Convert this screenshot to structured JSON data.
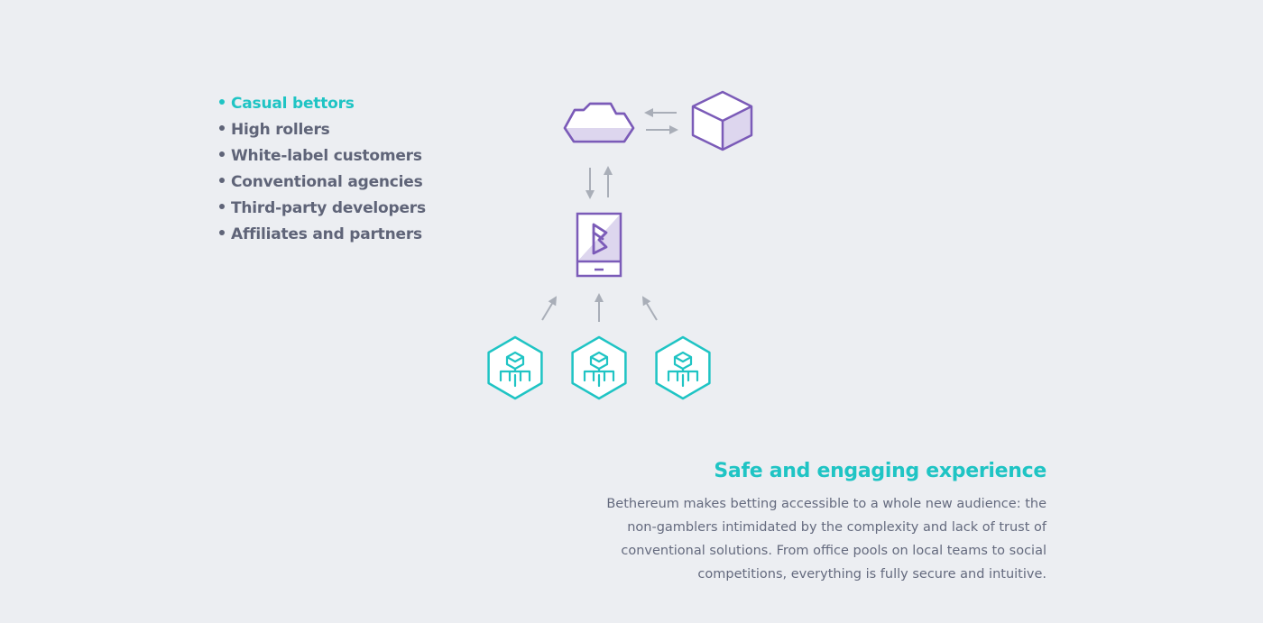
{
  "audience": {
    "items": [
      {
        "label": "Casual bettors",
        "active": true
      },
      {
        "label": "High rollers",
        "active": false
      },
      {
        "label": "White-label customers",
        "active": false
      },
      {
        "label": "Conventional agencies",
        "active": false
      },
      {
        "label": "Third-party developers",
        "active": false
      },
      {
        "label": "Affiliates and partners",
        "active": false
      }
    ]
  },
  "diagram": {
    "nodes": [
      {
        "name": "cloud-icon"
      },
      {
        "name": "cube-icon"
      },
      {
        "name": "phone-app-icon"
      },
      {
        "name": "user-hexagon-icon"
      },
      {
        "name": "user-hexagon-icon"
      },
      {
        "name": "user-hexagon-icon"
      }
    ]
  },
  "section": {
    "title": "Safe and engaging experience",
    "body": "Bethereum makes betting accessible to a whole new audience: the non-gamblers intimidated by the complexity and lack of trust of conventional solutions. From office pools on local teams to social competitions, everything is fully secure and intuitive."
  },
  "colors": {
    "background": "#eceef2",
    "accent_teal": "#1fc4c4",
    "accent_purple": "#7b5bb8",
    "text_gray": "#5f6478",
    "arrow_gray": "#a9aeb8"
  }
}
